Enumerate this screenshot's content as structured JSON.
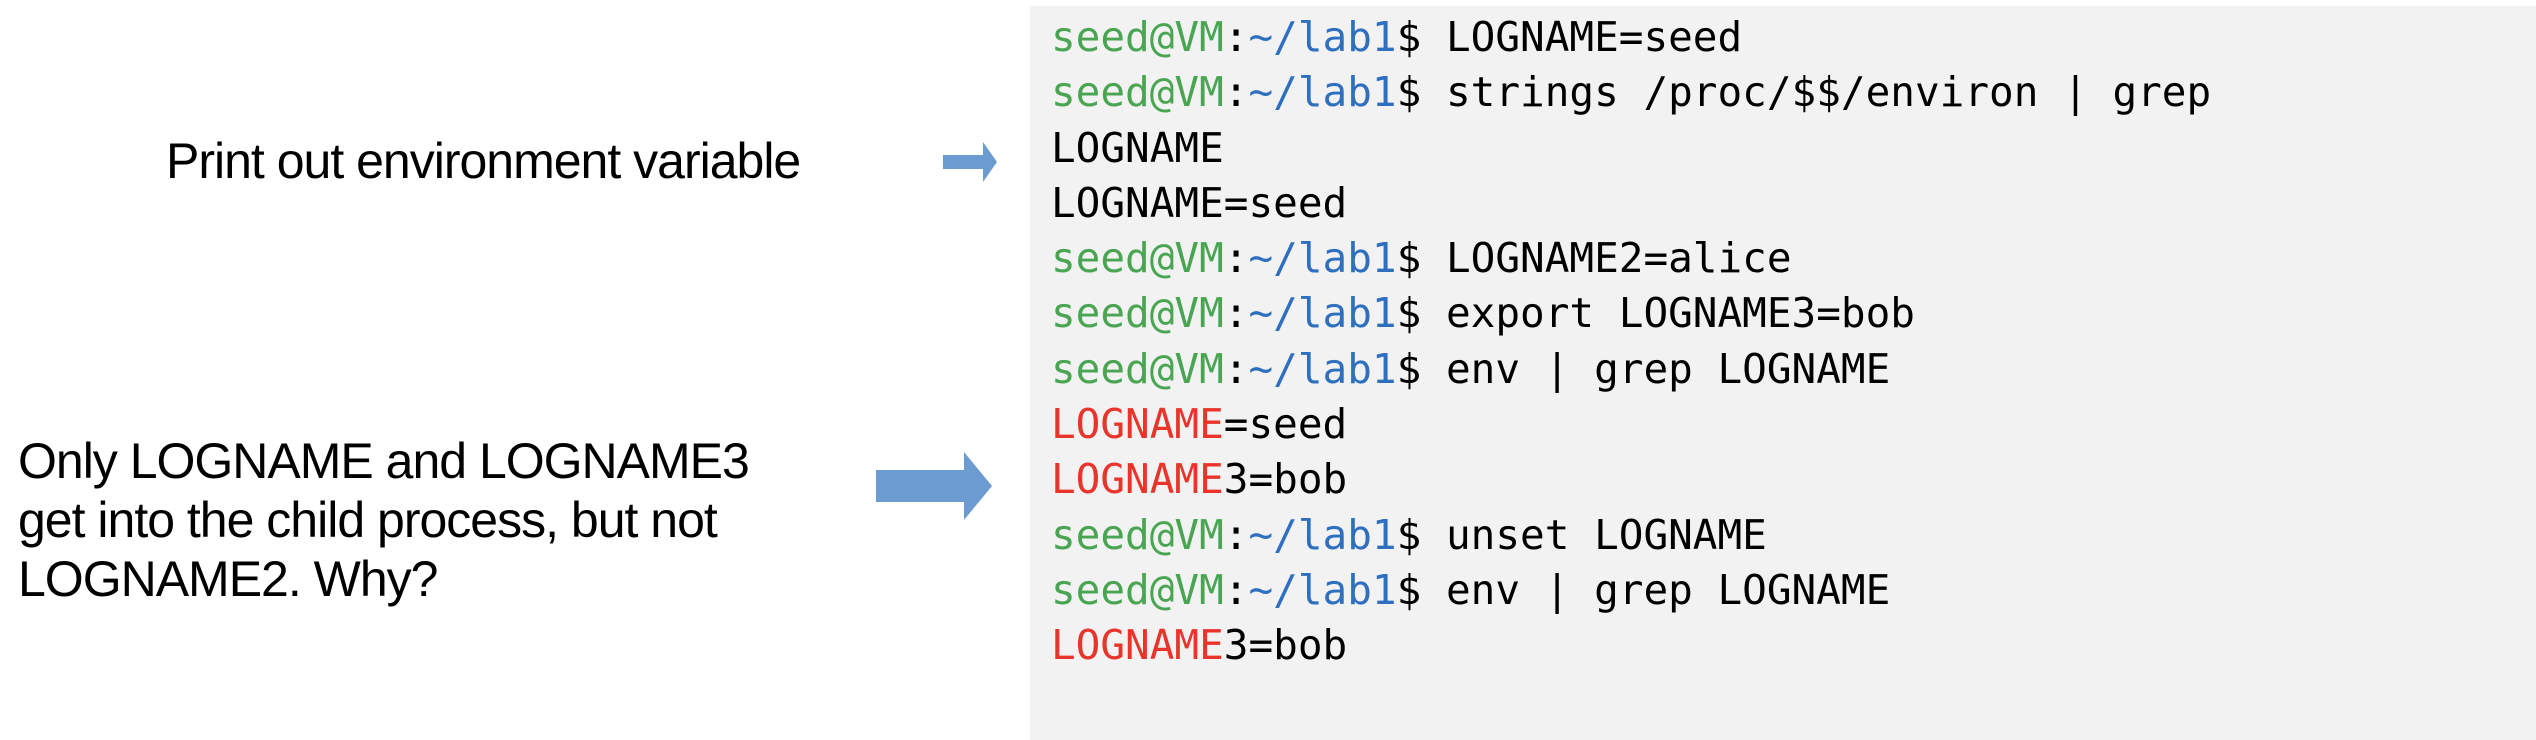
{
  "annotations": {
    "print_note": "Print out environment variable",
    "child_note": [
      "Only LOGNAME and LOGNAME3",
      "get into the child process, but not",
      "LOGNAME2. Why?"
    ]
  },
  "colors": {
    "user": "#4aa553",
    "path": "#2e6fbf",
    "highlight": "#e8342b",
    "arrow": "#6b9bd0",
    "terminal_bg": "#f2f2f2"
  },
  "terminal": {
    "prompt_user": "seed@VM",
    "prompt_sep": ":",
    "prompt_path": "~/lab1",
    "prompt_sym": "$ ",
    "lines": [
      {
        "type": "cmd",
        "text": "LOGNAME=seed"
      },
      {
        "type": "cmd",
        "text": "strings /proc/$$/environ | grep"
      },
      {
        "type": "out",
        "text": "LOGNAME"
      },
      {
        "type": "out",
        "text": "LOGNAME=seed"
      },
      {
        "type": "cmd",
        "text": "LOGNAME2=alice"
      },
      {
        "type": "cmd",
        "text": "export LOGNAME3=bob"
      },
      {
        "type": "cmd",
        "text": "env | grep LOGNAME"
      },
      {
        "type": "hl",
        "hl": "LOGNAME",
        "text": "=seed"
      },
      {
        "type": "hl",
        "hl": "LOGNAME",
        "text": "3=bob"
      },
      {
        "type": "cmd",
        "text": "unset LOGNAME"
      },
      {
        "type": "cmd",
        "text": "env | grep LOGNAME"
      },
      {
        "type": "hl",
        "hl": "LOGNAME",
        "text": "3=bob"
      }
    ]
  }
}
